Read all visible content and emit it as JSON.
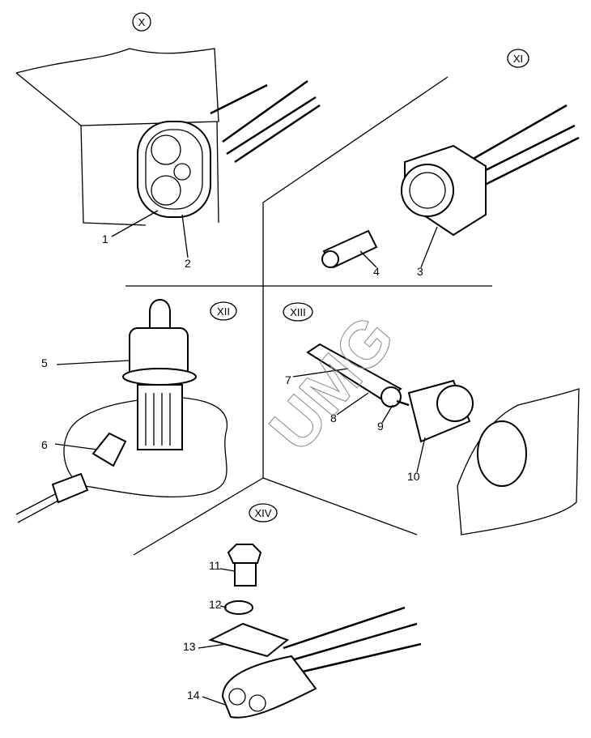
{
  "sections": [
    {
      "id": "X",
      "label": "X"
    },
    {
      "id": "XI",
      "label": "XI"
    },
    {
      "id": "XII",
      "label": "XII"
    },
    {
      "id": "XIII",
      "label": "XIII"
    },
    {
      "id": "XIV",
      "label": "XIV"
    }
  ],
  "callouts": [
    "1",
    "2",
    "3",
    "4",
    "5",
    "6",
    "7",
    "8",
    "9",
    "10",
    "11",
    "12",
    "13",
    "14"
  ],
  "watermark": "UMG"
}
